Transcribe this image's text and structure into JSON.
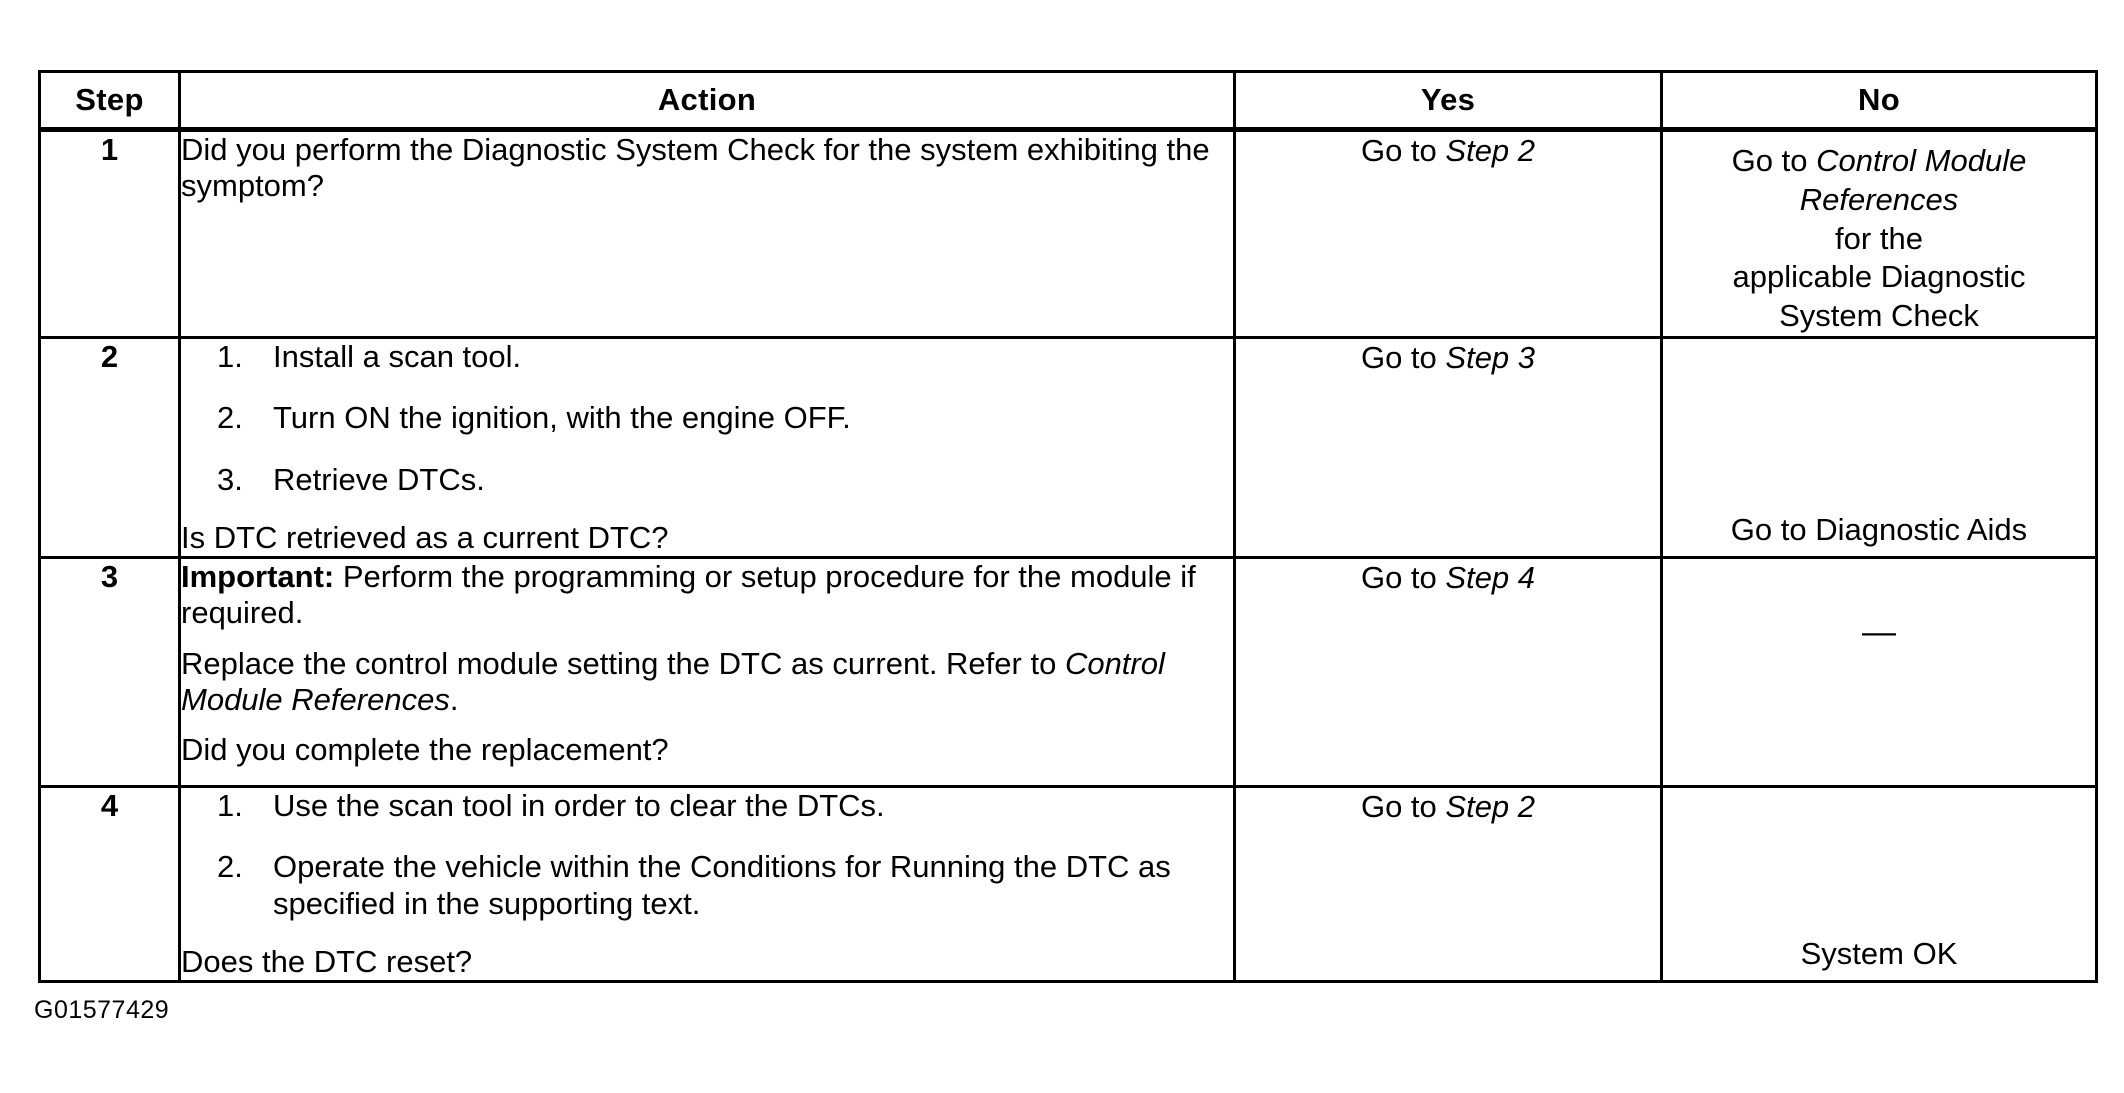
{
  "document": {
    "type": "diagnostic-trouble-tree-table",
    "caption": "G01577429"
  },
  "table": {
    "headers": {
      "step": "Step",
      "action": "Action",
      "yes": "Yes",
      "no": "No"
    },
    "rows": [
      {
        "step": "1",
        "action": {
          "paragraphs": [
            {
              "type": "text",
              "text": "Did you perform the Diagnostic System Check for the system exhibiting the symptom?"
            }
          ]
        },
        "yes": {
          "prefix": "Go to ",
          "italic": "Step 2",
          "suffix": ""
        },
        "no": {
          "line1_prefix": "Go to ",
          "line1_italic": "Control Module",
          "line2_italic": "References",
          "line3": "for the",
          "line4": "applicable Diagnostic",
          "line5": "System Check"
        }
      },
      {
        "step": "2",
        "action": {
          "list": [
            {
              "num": "1.",
              "text": "Install a scan tool."
            },
            {
              "num": "2.",
              "text": "Turn ON the ignition, with the engine OFF."
            },
            {
              "num": "3.",
              "text": "Retrieve DTCs."
            }
          ],
          "question": "Is DTC retrieved as a current DTC?"
        },
        "yes": {
          "prefix": "Go to ",
          "italic": "Step 3",
          "suffix": ""
        },
        "no": {
          "plain": "Go to Diagnostic Aids"
        }
      },
      {
        "step": "3",
        "action": {
          "important_label": "Important:",
          "important_text": " Perform the programming or setup procedure for the module if required.",
          "body_prefix": "Replace the control module setting the DTC as current. Refer to ",
          "body_italic": "Control Module References",
          "body_suffix": ".",
          "question": "Did you complete the replacement?"
        },
        "yes": {
          "prefix": "Go to ",
          "italic": "Step 4",
          "suffix": ""
        },
        "no": {
          "plain": "—"
        }
      },
      {
        "step": "4",
        "action": {
          "list": [
            {
              "num": "1.",
              "text": "Use the scan tool in order to clear the DTCs."
            },
            {
              "num": "2.",
              "text": "Operate the vehicle within the Conditions for Running the DTC as specified in the supporting text."
            }
          ],
          "question": "Does the DTC reset?"
        },
        "yes": {
          "prefix": "Go to ",
          "italic": "Step 2",
          "suffix": ""
        },
        "no": {
          "plain": "System OK"
        }
      }
    ]
  }
}
